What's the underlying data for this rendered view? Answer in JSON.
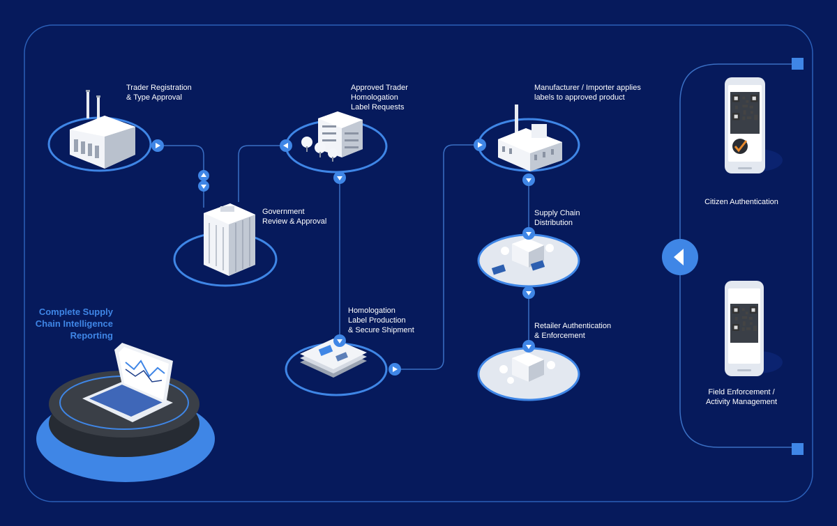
{
  "steps": {
    "trader_registration": "Trader Registration\n& Type Approval",
    "government_review": "Government\nReview & Approval",
    "label_requests": "Approved Trader\nHomologation\nLabel Requests",
    "label_production": "Homologation\nLabel Production\n& Secure Shipment",
    "manufacturer_applies": "Manufacturer / Importer applies\nlabels to approved product",
    "supply_chain": "Supply Chain\nDistribution",
    "retailer_auth": "Retailer Authentication\n& Enforcement"
  },
  "panel": {
    "citizen": "Citizen Authentication",
    "field": "Field Enforcement  /\nActivity Management"
  },
  "reporting": "Complete Supply\nChain Intelligence\nReporting",
  "colors": {
    "background": "#061a5c",
    "accent": "#3f86e6",
    "line": "#3a6fc4",
    "text": "#ffffff"
  },
  "icons": [
    "factory-icon",
    "office-tower-icon",
    "office-building-icon",
    "label-printer-icon",
    "manufacturing-plant-icon",
    "warehouse-icon",
    "retail-store-icon",
    "smartphone-qr-icon",
    "laptop-analytics-icon"
  ]
}
